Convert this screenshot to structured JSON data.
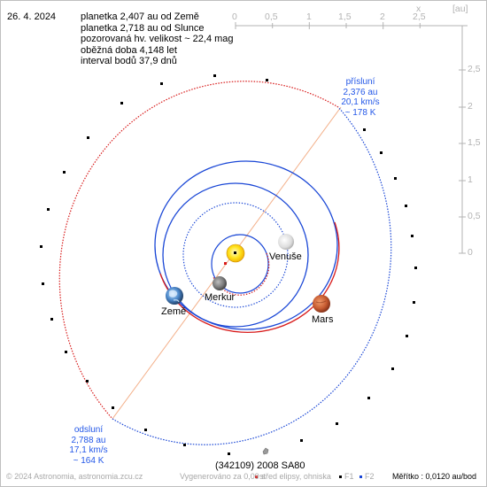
{
  "header": {
    "date": "26. 4. 2024",
    "lines": [
      "planetka 2,407 au od Země",
      "planetka 2,718 au od Slunce",
      "pozorovaná hv. velikost ~ 22,4 mag",
      "oběžná doba 4,148 let",
      "interval bodů 37,9 dnů"
    ]
  },
  "axes": {
    "x_label": "x",
    "unit_label": "[au]",
    "top_ticks": [
      "0",
      "0,5",
      "1",
      "1,5",
      "2",
      "2,5"
    ],
    "right_ticks": [
      "2,5",
      "2",
      "1,5",
      "1",
      "0,5",
      "0"
    ]
  },
  "bodies": {
    "sun": "sun-icon",
    "venus": "Venuše",
    "mercury": "Merkur",
    "earth": "Země",
    "mars": "Mars",
    "asteroid": "(342109) 2008 SA80"
  },
  "perihelion": {
    "title": "přísluní",
    "distance": "2,376 au",
    "speed": "20,1 km/s",
    "temp": "~ 178 K"
  },
  "aphelion": {
    "title": "odsluní",
    "distance": "2,788 au",
    "speed": "17,1 km/s",
    "temp": "~ 164 K"
  },
  "footer": {
    "copyright": "© 2024 Astronomia, astronomia.zcu.cz",
    "rendered": "Vygenerováno za 0,09 s",
    "center_legend": "střed elipsy, ohniska",
    "f1": "F1",
    "f2": "F2",
    "scale": "Měřítko : 0,0120 au/bod"
  },
  "colors": {
    "orbit_blue": "#1a47d6",
    "orbit_red": "#d81b1b",
    "axis_gray": "#b3b3b3",
    "note_blue": "#2458e8",
    "line_of_apsides": "#f3b08a"
  }
}
